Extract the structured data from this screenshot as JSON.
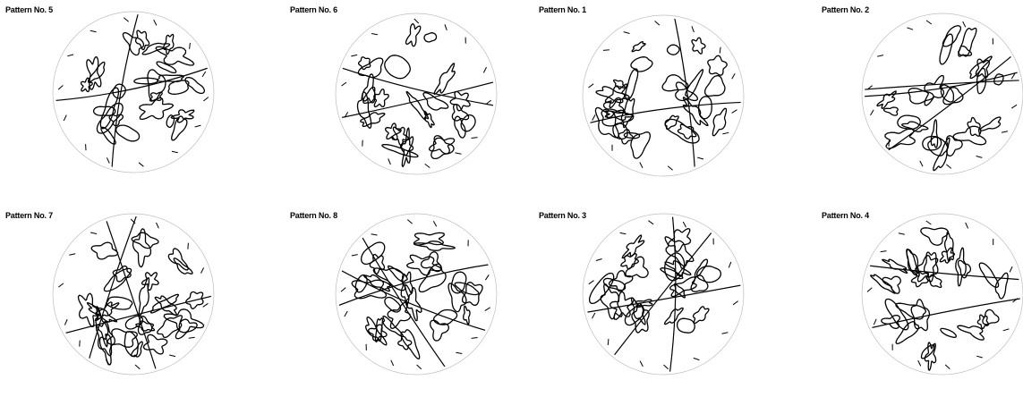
{
  "patterns": [
    {
      "label": "Pattern No. 5"
    },
    {
      "label": "Pattern No. 6"
    },
    {
      "label": "Pattern No. 1"
    },
    {
      "label": "Pattern No. 2"
    },
    {
      "label": "Pattern No. 7"
    },
    {
      "label": "Pattern No. 8"
    },
    {
      "label": "Pattern No. 3"
    },
    {
      "label": "Pattern No. 4"
    }
  ],
  "colors": {
    "line": "#000000",
    "circle": "#bdbdbd",
    "background": "#ffffff"
  }
}
